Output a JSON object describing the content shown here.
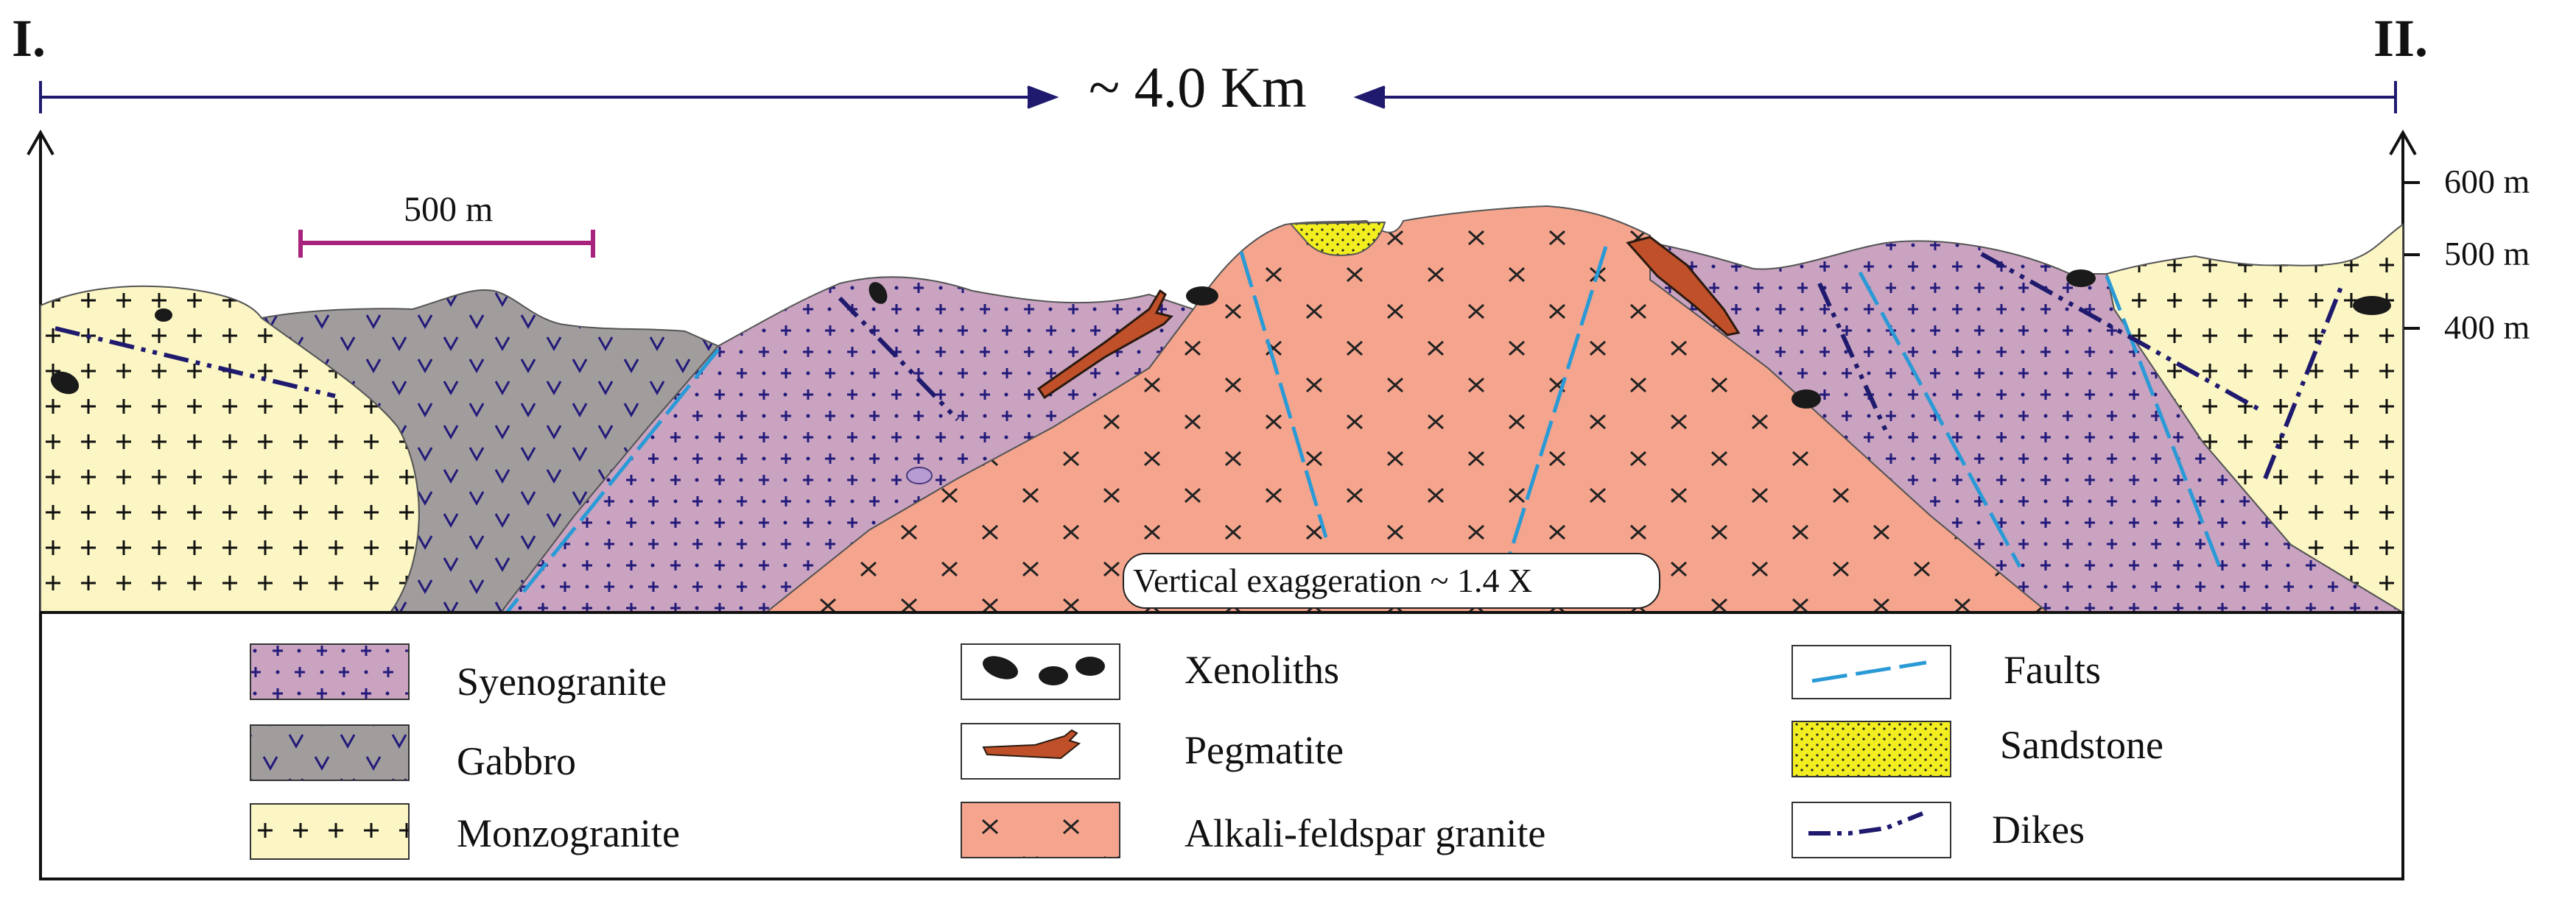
{
  "section": {
    "start_label": "I.",
    "end_label": "II.",
    "distance_label": "~ 4.0 Km",
    "scale_bar_label": "500 m",
    "exaggeration_label": "Vertical exaggeration ~ 1.4 X",
    "elevation_ticks": [
      "600 m",
      "500 m",
      "400 m"
    ]
  },
  "legend": [
    {
      "key": "syenogranite",
      "label": "Syenogranite"
    },
    {
      "key": "gabbro",
      "label": "Gabbro"
    },
    {
      "key": "monzogranite",
      "label": "Monzogranite"
    },
    {
      "key": "xenoliths",
      "label": "Xenoliths"
    },
    {
      "key": "pegmatite",
      "label": "Pegmatite"
    },
    {
      "key": "alkali-feldspar",
      "label": "Alkali-feldspar granite"
    },
    {
      "key": "faults",
      "label": "Faults"
    },
    {
      "key": "sandstone",
      "label": "Sandstone"
    },
    {
      "key": "dikes",
      "label": "Dikes"
    }
  ],
  "colors": {
    "syenogranite": "#c9a3c0",
    "gabbro": "#a19d9d",
    "monzogranite": "#fbf6c4",
    "alkali_feldspar": "#f5a58d",
    "sandstone": "#f2ee20",
    "fault": "#2a9ad6",
    "dike": "#1f1a6e",
    "arrow": "#1f1a6e",
    "scale_bar": "#a8237c",
    "pegmatite": "#c0502a"
  }
}
